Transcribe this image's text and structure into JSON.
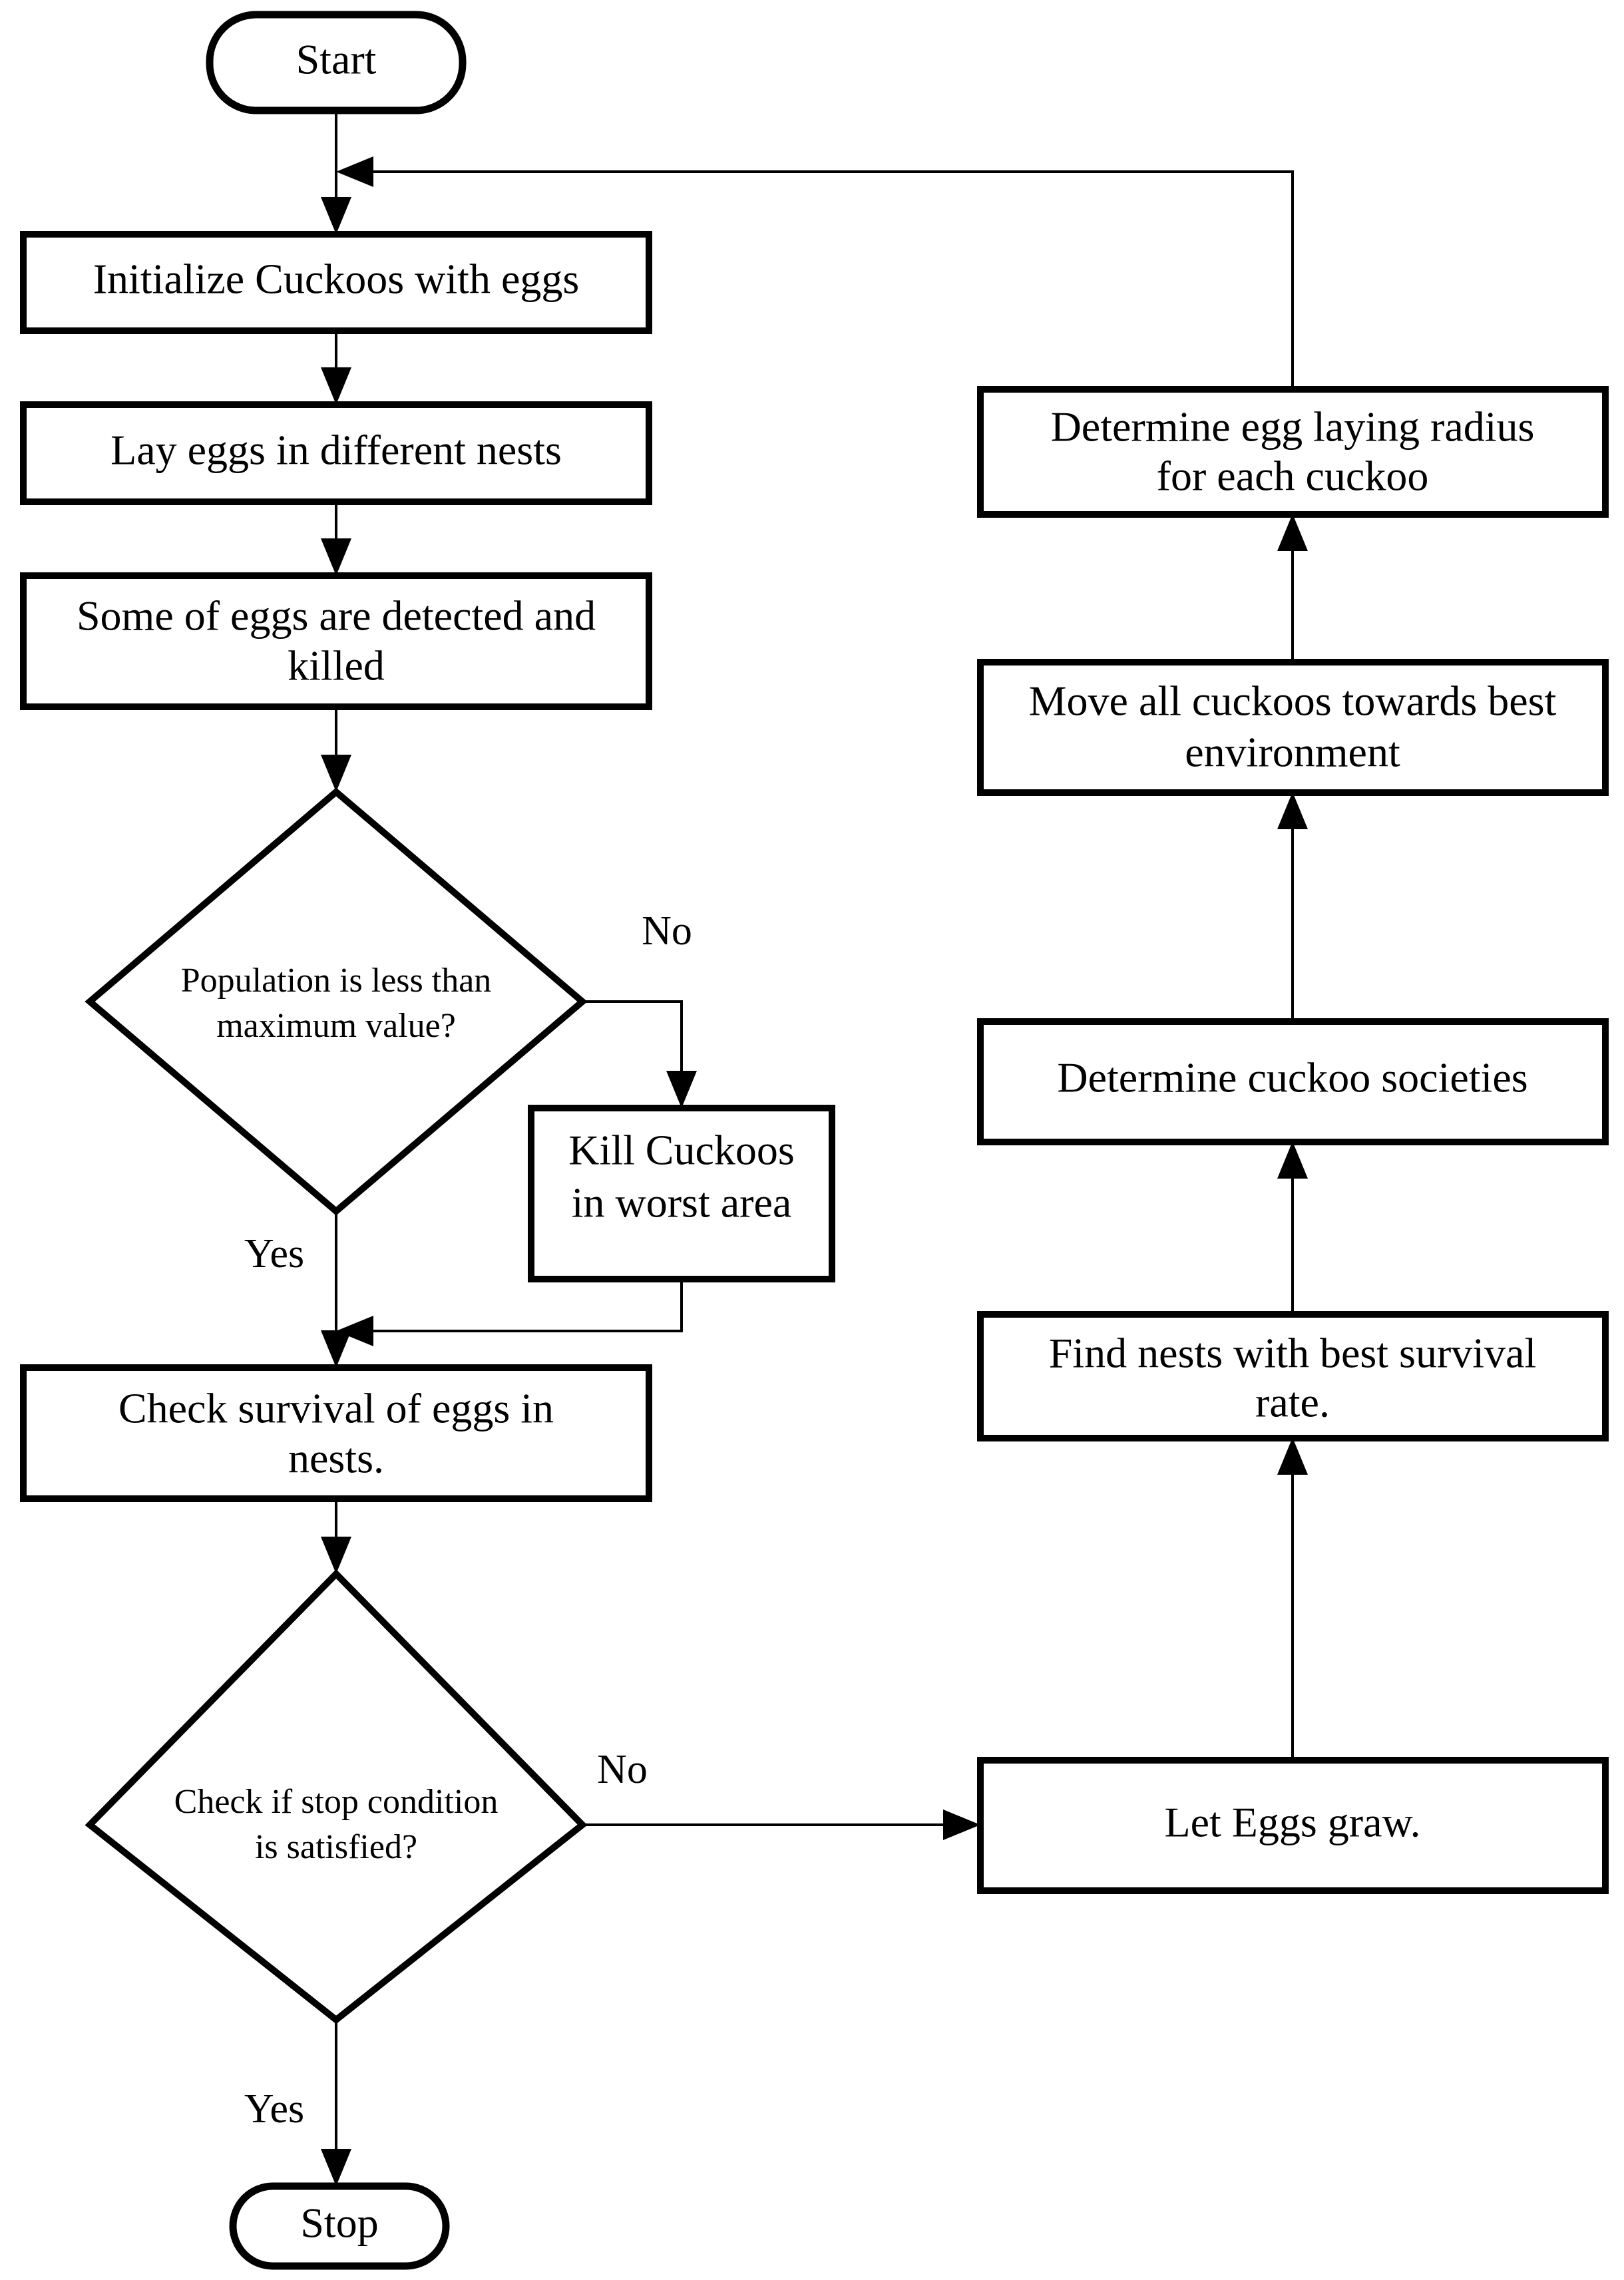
{
  "diagram": {
    "title": "Cuckoo Optimization Algorithm Flowchart",
    "type": "flowchart",
    "colors": {
      "background": "#ffffff",
      "stroke": "#000000",
      "fill": "#ffffff",
      "text": "#000000"
    }
  },
  "nodes": {
    "start": {
      "label": "Start",
      "shape": "terminal"
    },
    "initialize": {
      "label": "Initialize Cuckoos with eggs",
      "shape": "process"
    },
    "lay_eggs": {
      "label": "Lay eggs in different nests",
      "shape": "process"
    },
    "eggs_detected": {
      "line1": "Some of eggs are detected and",
      "line2": "killed",
      "shape": "process"
    },
    "population_check": {
      "line1": "Population is less than",
      "line2": "maximum value?",
      "shape": "decision"
    },
    "kill_cuckoos": {
      "line1": "Kill Cuckoos",
      "line2": "in worst area",
      "shape": "process"
    },
    "check_survival": {
      "line1": "Check survival of eggs in",
      "line2": "nests.",
      "shape": "process"
    },
    "stop_condition": {
      "line1": "Check if stop condition",
      "line2": "is satisfied?",
      "shape": "decision"
    },
    "stop": {
      "label": "Stop",
      "shape": "terminal"
    },
    "let_eggs_grow": {
      "label": "Let Eggs graw.",
      "shape": "process"
    },
    "find_nests": {
      "line1": "Find nests with best survival",
      "line2": "rate.",
      "shape": "process"
    },
    "determine_societies": {
      "label": "Determine cuckoo societies",
      "shape": "process"
    },
    "move_cuckoos": {
      "line1": "Move all cuckoos towards best",
      "line2": "environment",
      "shape": "process"
    },
    "egg_laying_radius": {
      "line1": "Determine egg laying radius",
      "line2": "for each cuckoo",
      "shape": "process"
    }
  },
  "edge_labels": {
    "population_no": "No",
    "population_yes": "Yes",
    "stop_no": "No",
    "stop_yes": "Yes"
  }
}
